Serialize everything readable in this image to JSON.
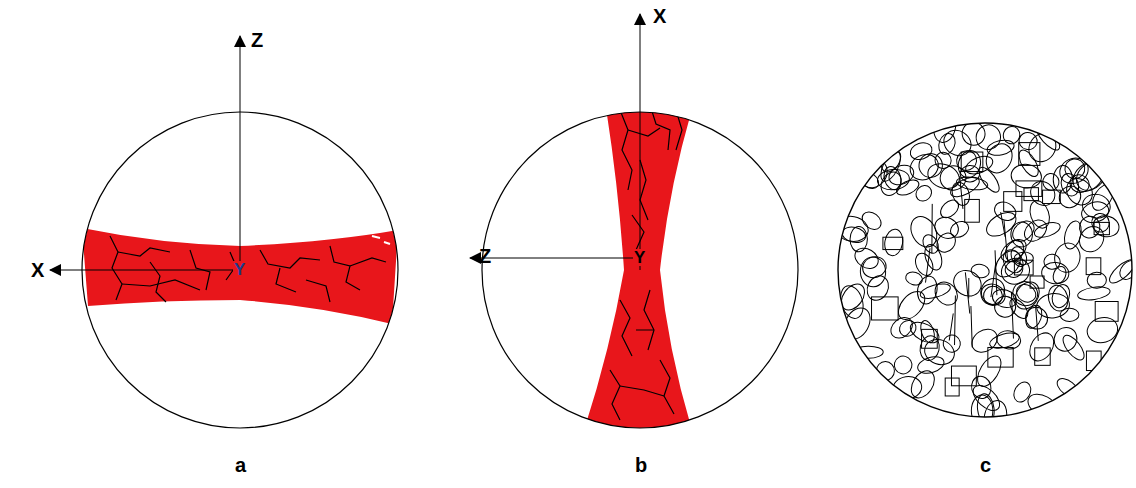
{
  "diagram": {
    "labels": [
      "Z",
      "X",
      "Y",
      "X",
      "Z",
      "Y",
      "a",
      "b",
      "c"
    ]
  }
}
